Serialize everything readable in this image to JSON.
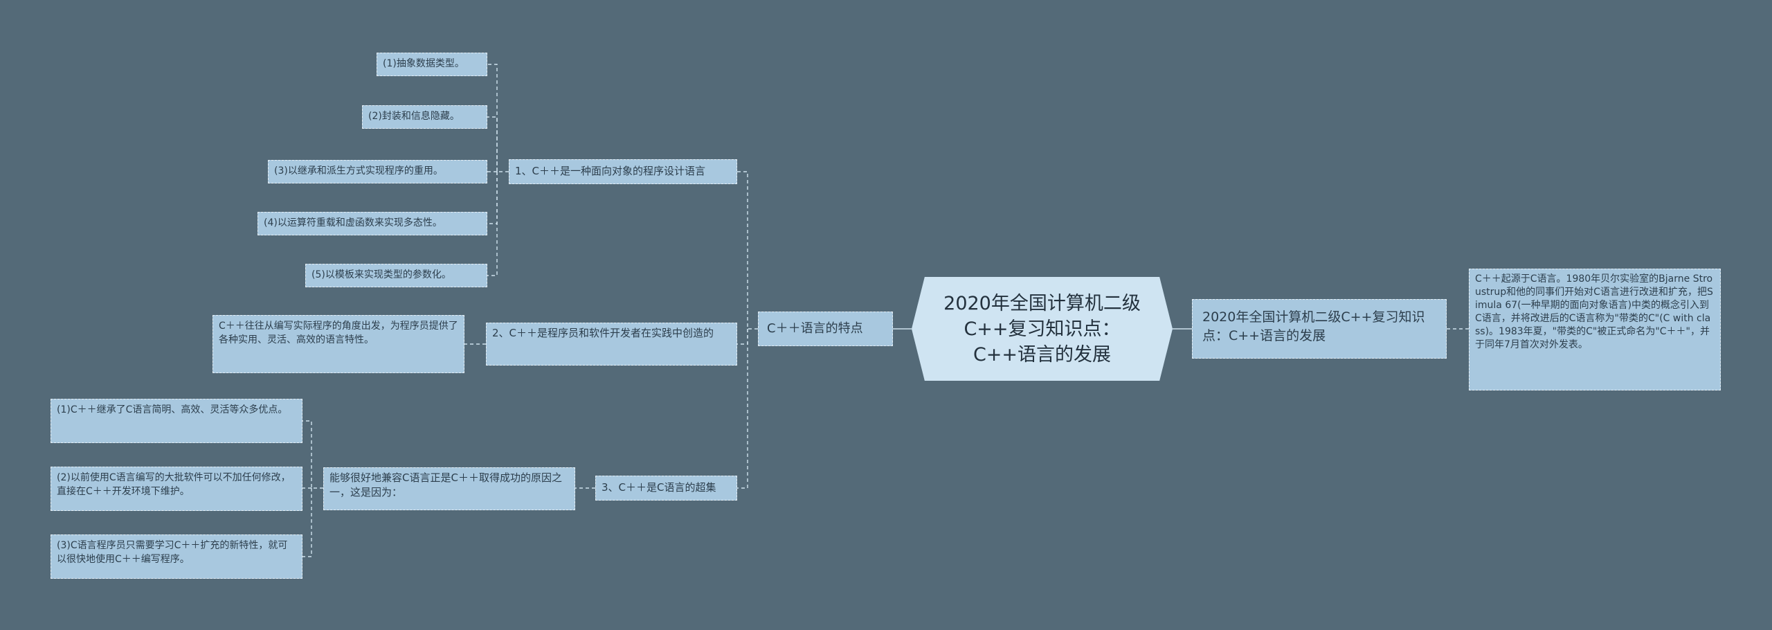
{
  "root": {
    "title": "2020年全国计算机二级C++复习知识点：C++语言的发展"
  },
  "right": {
    "branch": "2020年全国计算机二级C++复习知识点：C++语言的发展",
    "detail": "C＋＋起源于C语言。1980年贝尔实验室的Bjarne Stroustrup和他的同事们开始对C语言进行改进和扩充，把Simula 67(一种早期的面向对象语言)中类的概念引入到C语言，并将改进后的C语言称为\"带类的C\"(C with class)。1983年夏，\"带类的C\"被正式命名为\"C＋＋\"，并于同年7月首次对外发表。"
  },
  "left": {
    "branch": "C＋＋语言的特点",
    "items": [
      {
        "label": "1、C＋＋是一种面向对象的程序设计语言",
        "children": [
          "(1)抽象数据类型。",
          "(2)封装和信息隐藏。",
          "(3)以继承和派生方式实现程序的重用。",
          "(4)以运算符重载和虚函数来实现多态性。",
          "(5)以模板来实现类型的参数化。"
        ]
      },
      {
        "label": "2、C＋＋是程序员和软件开发者在实践中创造的",
        "children": [
          "C＋＋往往从编写实际程序的角度出发，为程序员提供了各种实用、灵活、高效的语言特性。"
        ]
      },
      {
        "label": "3、C＋＋是C语言的超集",
        "sub": "能够很好地兼容C语言正是C＋＋取得成功的原因之一，这是因为：",
        "children": [
          "(1)C＋＋继承了C语言简明、高效、灵活等众多优点。",
          "(2)以前使用C语言编写的大批软件可以不加任何修改，直接在C＋＋开发环境下维护。",
          "(3)C语言程序员只需要学习C＋＋扩充的新特性，就可以很快地使用C＋＋编写程序。"
        ]
      }
    ]
  }
}
